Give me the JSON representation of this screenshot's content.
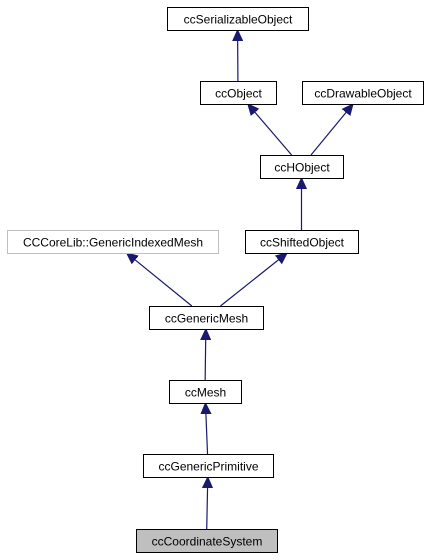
{
  "diagram": {
    "nodes": {
      "ccSerializableObject": {
        "label": "ccSerializableObject",
        "style": "normal"
      },
      "ccObject": {
        "label": "ccObject",
        "style": "normal"
      },
      "ccDrawableObject": {
        "label": "ccDrawableObject",
        "style": "normal"
      },
      "ccHObject": {
        "label": "ccHObject",
        "style": "normal"
      },
      "genericIndexedMesh": {
        "label": "CCCoreLib::GenericIndexedMesh",
        "style": "external"
      },
      "ccShiftedObject": {
        "label": "ccShiftedObject",
        "style": "normal"
      },
      "ccGenericMesh": {
        "label": "ccGenericMesh",
        "style": "normal"
      },
      "ccMesh": {
        "label": "ccMesh",
        "style": "normal"
      },
      "ccGenericPrimitive": {
        "label": "ccGenericPrimitive",
        "style": "normal"
      },
      "ccCoordinateSystem": {
        "label": "ccCoordinateSystem",
        "style": "highlighted"
      }
    },
    "edges": [
      {
        "from": "ccObject",
        "to": "ccSerializableObject"
      },
      {
        "from": "ccHObject",
        "to": "ccObject"
      },
      {
        "from": "ccHObject",
        "to": "ccDrawableObject"
      },
      {
        "from": "ccShiftedObject",
        "to": "ccHObject"
      },
      {
        "from": "ccGenericMesh",
        "to": "genericIndexedMesh"
      },
      {
        "from": "ccGenericMesh",
        "to": "ccShiftedObject"
      },
      {
        "from": "ccMesh",
        "to": "ccGenericMesh"
      },
      {
        "from": "ccGenericPrimitive",
        "to": "ccMesh"
      },
      {
        "from": "ccCoordinateSystem",
        "to": "ccGenericPrimitive"
      }
    ],
    "colors": {
      "edge": "#191970",
      "box_border": "#000000",
      "external_border": "#bfbfbf",
      "external_text": "#404040",
      "highlight_fill": "#bfbfbf"
    }
  }
}
